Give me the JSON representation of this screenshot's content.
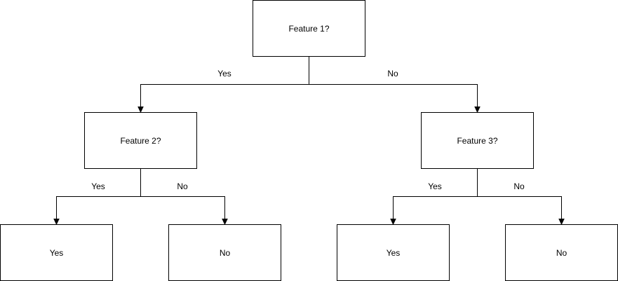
{
  "nodes": {
    "feature1": "Feature 1?",
    "feature2": "Feature 2?",
    "feature3": "Feature 3?",
    "leaf1": "Yes",
    "leaf2": "No",
    "leaf3": "Yes",
    "leaf4": "No"
  },
  "edges": {
    "f1_yes": "Yes",
    "f1_no": "No",
    "f2_yes": "Yes",
    "f2_no": "No",
    "f3_yes": "Yes",
    "f3_no": "No"
  }
}
